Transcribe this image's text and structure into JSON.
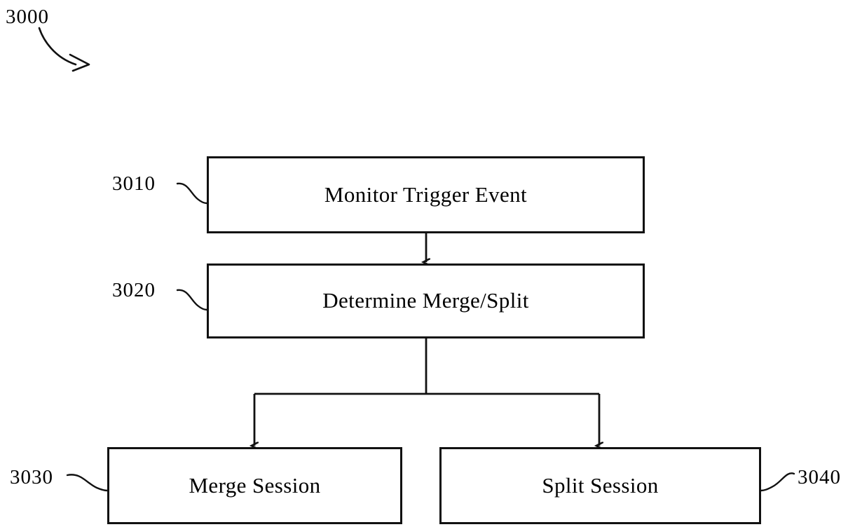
{
  "figure": {
    "number": "3000",
    "type": "flowchart",
    "background_color": "#ffffff",
    "line_color": "#111111",
    "text_color": "#000000"
  },
  "nodes": [
    {
      "ref": "3010",
      "label": "Monitor Trigger Event",
      "shape": "rectangle"
    },
    {
      "ref": "3020",
      "label": "Determine Merge/Split",
      "shape": "rectangle"
    },
    {
      "ref": "3030",
      "label": "Merge Session",
      "shape": "rectangle"
    },
    {
      "ref": "3040",
      "label": "Split Session",
      "shape": "rectangle"
    }
  ],
  "edges": [
    {
      "from": "3010",
      "to": "3020",
      "style": "arrow-down"
    },
    {
      "from": "3020",
      "to": "3030",
      "style": "branch-arrow-down-left"
    },
    {
      "from": "3020",
      "to": "3040",
      "style": "branch-arrow-down-right"
    }
  ]
}
